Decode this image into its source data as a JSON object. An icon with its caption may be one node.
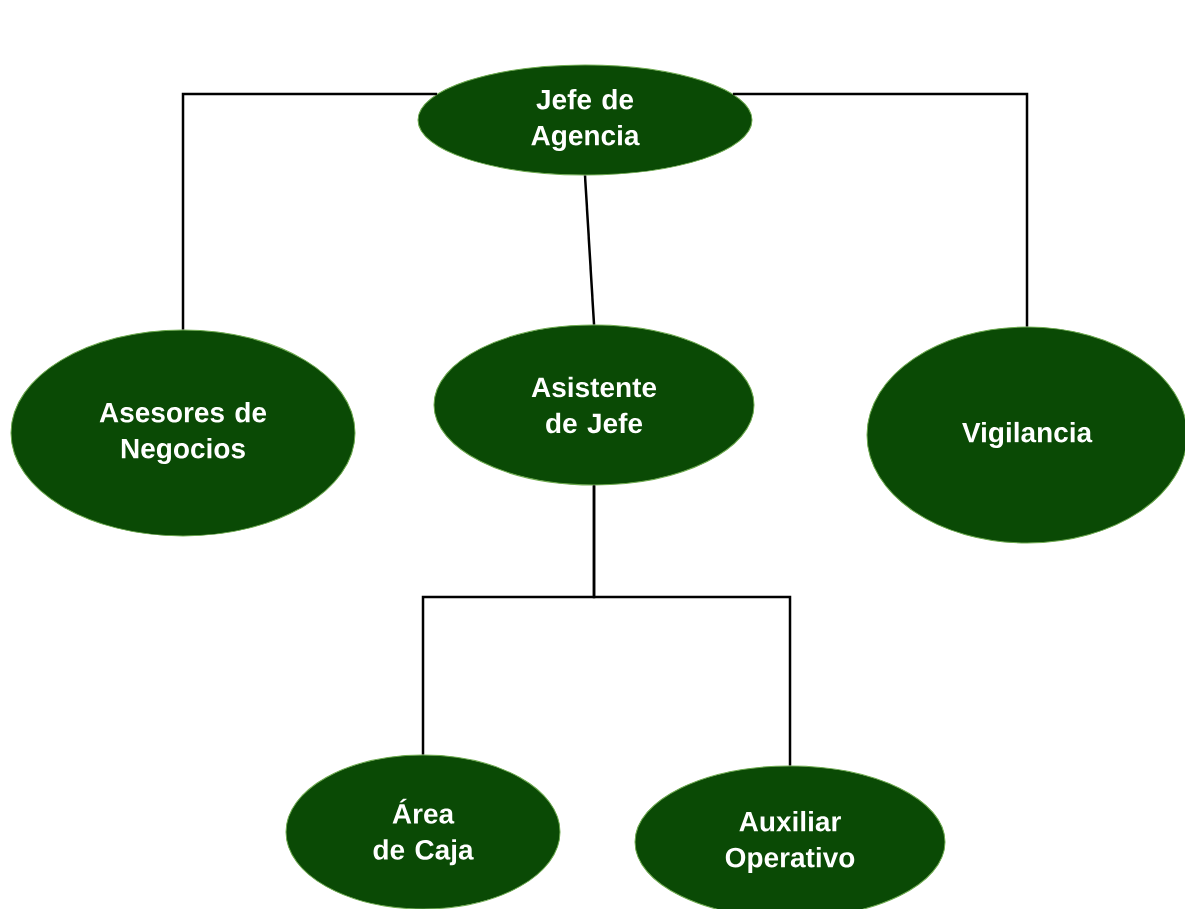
{
  "diagram": {
    "nodes": [
      {
        "text": [
          "Jefe de Agencia"
        ]
      },
      {
        "text": [
          "Asesores de Negocios"
        ]
      },
      {
        "text": [
          "Asistente de Jefe"
        ]
      },
      {
        "text": [
          "Vigilancia"
        ]
      },
      {
        "text": [
          "Área de Caja"
        ]
      },
      {
        "text": [
          "Auxiliar Operativo"
        ]
      }
    ],
    "edges": [
      {
        "from": 0,
        "to": 1,
        "arrow": "none"
      },
      {
        "from": 0,
        "to": 2,
        "arrow": "none"
      },
      {
        "from": 0,
        "to": 3,
        "arrow": "none"
      },
      {
        "from": 2,
        "to": 4,
        "arrow": "none"
      },
      {
        "from": 2,
        "to": 5,
        "arrow": "none"
      }
    ]
  }
}
